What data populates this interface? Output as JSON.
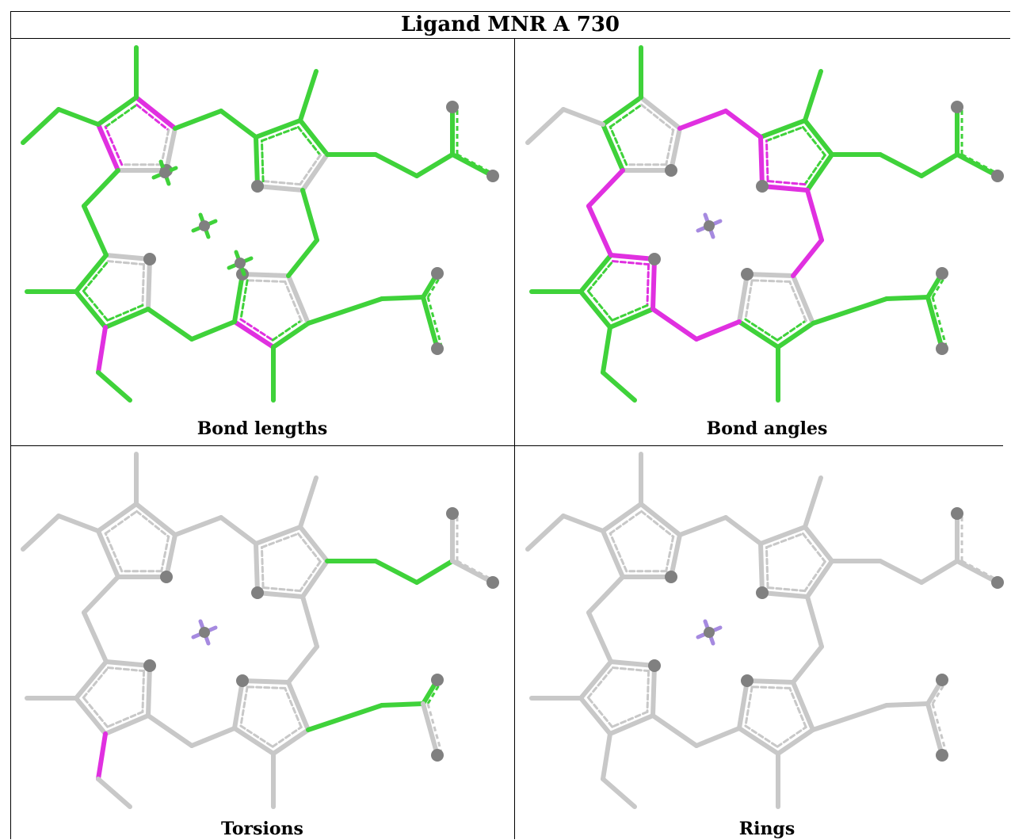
{
  "title": "Ligand MNR A 730",
  "panels": [
    {
      "caption": "Bond lengths",
      "highlight": "lengths"
    },
    {
      "caption": "Bond angles",
      "highlight": "angles"
    },
    {
      "caption": "Torsions",
      "highlight": "torsions"
    },
    {
      "caption": "Rings",
      "highlight": "rings"
    }
  ],
  "colors": {
    "neutral_bond": "#c8c8c8",
    "ok": "#3fd23a",
    "outlier": "#e030e0",
    "atom": "#808080",
    "metal": "#a68ae0",
    "border": "#000000"
  },
  "icons": {
    "atom": "sphere",
    "metal": "tetrahedral-cross"
  }
}
